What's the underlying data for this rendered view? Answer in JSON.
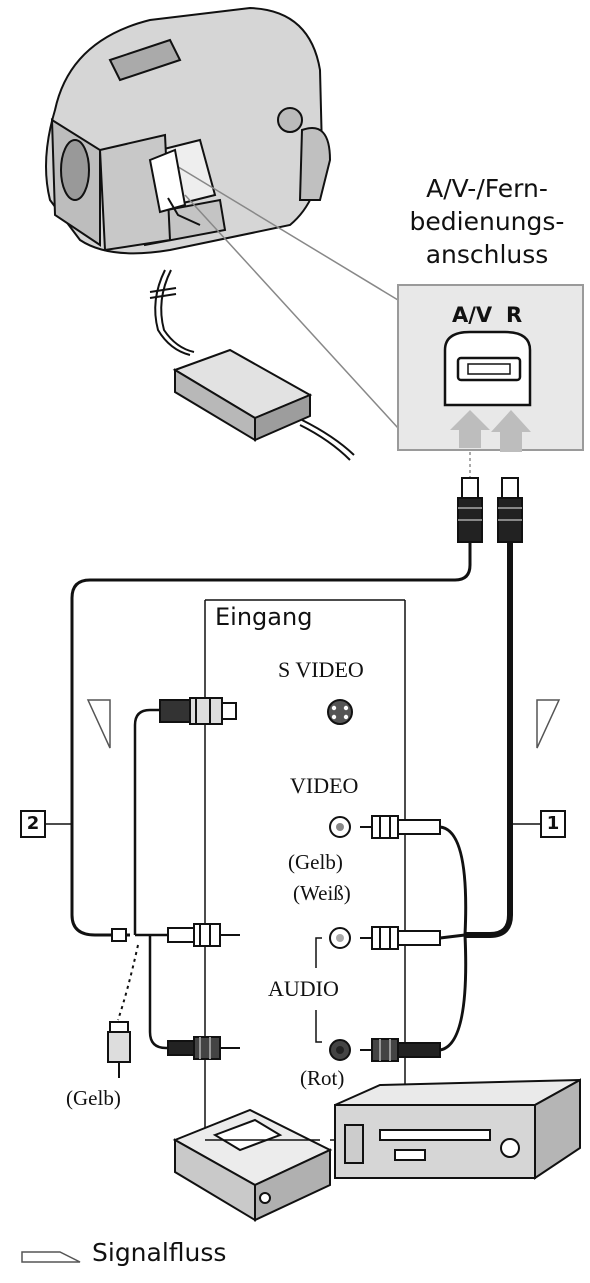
{
  "connector": {
    "title_lines": [
      "A/V-/Fern-",
      "bedienungs-",
      "anschluss"
    ],
    "av_label": "A/V",
    "r_label": "R"
  },
  "input_panel": {
    "title": "Eingang",
    "svideo_label": "S VIDEO",
    "video_label": "VIDEO",
    "video_color": "(Gelb)",
    "audio_white": "(Weiß)",
    "audio_label": "AUDIO",
    "audio_red": "(Rot)"
  },
  "cables": {
    "cable_1": "1",
    "cable_2": "2",
    "yellow_plug_label": "(Gelb)"
  },
  "legend": {
    "signal_flow": "Signalfluss",
    "icon": "signal-flow-arrow-icon"
  },
  "colors": {
    "line": "#111111",
    "gray_fill": "#d9d9d9",
    "panel_fill": "#e6e6e6"
  }
}
